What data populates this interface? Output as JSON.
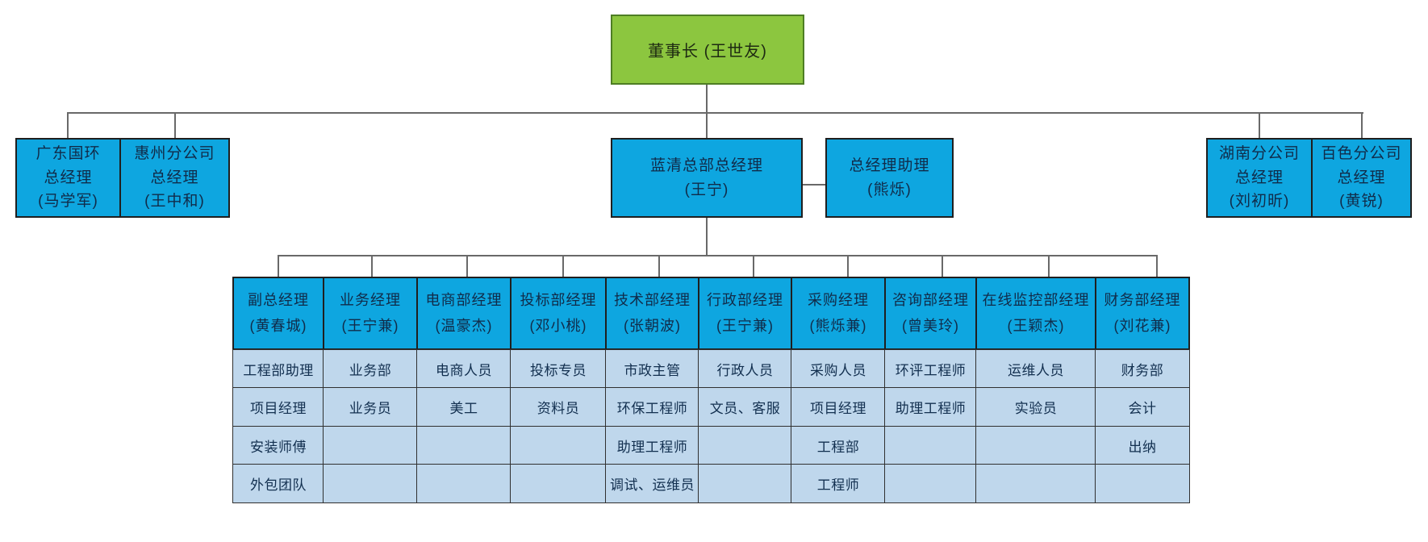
{
  "root": {
    "label": "董事长 (王世友)"
  },
  "level2": [
    {
      "label": "广东国环\n总经理\n(马学军)"
    },
    {
      "label": "惠州分公司\n总经理\n(王中和)"
    },
    {
      "label": "蓝清总部总经理\n(王宁)"
    },
    {
      "label": "总经理助理\n(熊烁)"
    },
    {
      "label": "湖南分公司\n总经理\n(刘初昕)"
    },
    {
      "label": "百色分公司\n总经理\n(黄锐)"
    }
  ],
  "departments": {
    "columns": [
      {
        "header": "副总经理\n(黄春城)",
        "rows": [
          "工程部助理",
          "项目经理",
          "安装师傅",
          "外包团队"
        ]
      },
      {
        "header": "业务经理\n(王宁兼)",
        "rows": [
          "业务部",
          "业务员",
          "",
          ""
        ]
      },
      {
        "header": "电商部经理\n(温豪杰)",
        "rows": [
          "电商人员",
          "美工",
          "",
          ""
        ]
      },
      {
        "header": "投标部经理\n(邓小桃)",
        "rows": [
          "投标专员",
          "资料员",
          "",
          ""
        ]
      },
      {
        "header": "技术部经理\n(张朝波)",
        "rows": [
          "市政主管",
          "环保工程师",
          "助理工程师",
          "调试、运维员"
        ]
      },
      {
        "header": "行政部经理\n(王宁兼)",
        "rows": [
          "行政人员",
          "文员、客服",
          "",
          ""
        ]
      },
      {
        "header": "采购经理\n(熊烁兼)",
        "rows": [
          "采购人员",
          "项目经理",
          "工程部",
          "工程师"
        ]
      },
      {
        "header": "咨询部经理\n(曾美玲)",
        "rows": [
          "环评工程师",
          "助理工程师",
          "",
          ""
        ]
      },
      {
        "header": "在线监控部经理\n(王颖杰)",
        "rows": [
          "运维人员",
          "实验员",
          "",
          ""
        ]
      },
      {
        "header": "财务部经理\n(刘花兼)",
        "rows": [
          "财务部",
          "会计",
          "出纳",
          ""
        ]
      }
    ]
  },
  "colors": {
    "root_fill": "#8cc63f",
    "root_border": "#4e7e24",
    "node_fill": "#0ea6e0",
    "node_border": "#1f1f1f",
    "cell_fill": "#bfd7ec",
    "text_navy": "#112b49",
    "connector": "#696969"
  }
}
